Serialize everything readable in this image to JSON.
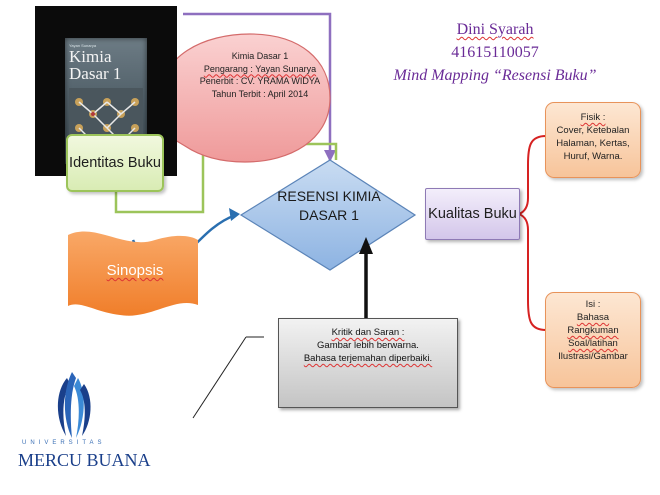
{
  "header": {
    "author": "Dini Syarah",
    "student_id": "41615110057",
    "title": "Mind Mapping “Resensi Buku”"
  },
  "book_cover": {
    "series": "Yayan Sunarya",
    "title": "Kimia Dasar 1"
  },
  "identity": {
    "lines": [
      "Kimia Dasar 1",
      "Pengarang : Yayan Sunarya",
      "Penerbit : CV. YRAMA WIDYA",
      "Tahun Terbit : April 2014"
    ],
    "label": "Identitas Buku"
  },
  "center": {
    "label": "RESENSI KIMIA DASAR 1"
  },
  "sinopsis": {
    "label": "Sinopsis"
  },
  "kualitas": {
    "label": "Kualitas Buku"
  },
  "fisik": {
    "title": "Fisik :",
    "body": "Cover, Ketebalan Halaman, Kertas, Huruf, Warna."
  },
  "isi": {
    "title": "Isi :",
    "items": [
      "Bahasa",
      "Rangkuman",
      "Soal/latihan",
      "Ilustrasi/Gambar"
    ]
  },
  "kritik": {
    "title": "Kritik dan Saran :",
    "lines": [
      "Gambar lebih berwarna.",
      "Bahasa terjemahan diperbaiki."
    ]
  },
  "logo": {
    "university": "UNIVERSITAS",
    "name": "MERCU BUANA"
  },
  "colors": {
    "header": "#6a2b97",
    "diamond": "#8db3e2",
    "identity_ellipse": "#f4a7a7",
    "identitas_box": "#d9ecb4",
    "kualitas_box": "#d3c6ea",
    "sinopsis": "#f79646",
    "orange_box": "#f7c49a",
    "red_bracket": "#d62222",
    "connector_purple": "#8e6fbf",
    "connector_green": "#9cc45a",
    "curve_blue": "#2a6fb0",
    "logo_blue": "#1a3f8a"
  }
}
